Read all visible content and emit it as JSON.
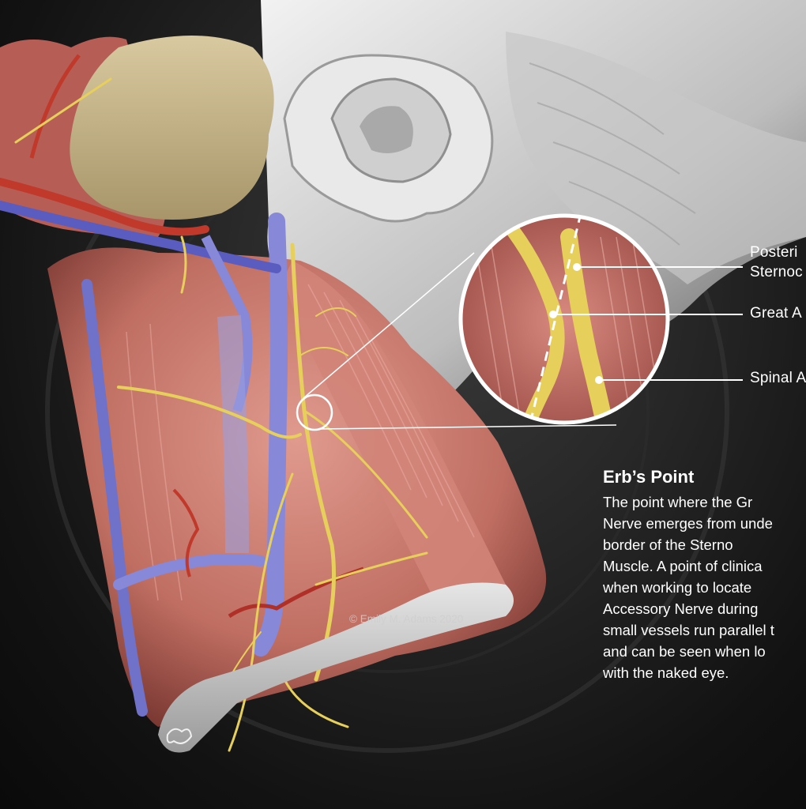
{
  "labels": {
    "posterior_line1": "Posteri",
    "posterior_line2": "Sternoc",
    "great": "Great A",
    "spinal": "Spinal A"
  },
  "section": {
    "title": "Erb’s Point",
    "description": [
      "The point where the Gr",
      "Nerve emerges from unde",
      "border of the Sterno",
      "Muscle. A point of clinica",
      "when working to locate",
      "Accessory Nerve during",
      "small vessels run parallel t",
      "and can be seen when lo",
      "with the naked eye."
    ]
  },
  "credit": "© Emily M. Adams 2020",
  "colors": {
    "background": "#141414",
    "muscle": "#c9766c",
    "nerve": "#e6cf5a",
    "vein": "#7d7fcf",
    "artery": "#c0392b",
    "skin": "#d8d8d8",
    "text": "#ffffff"
  }
}
